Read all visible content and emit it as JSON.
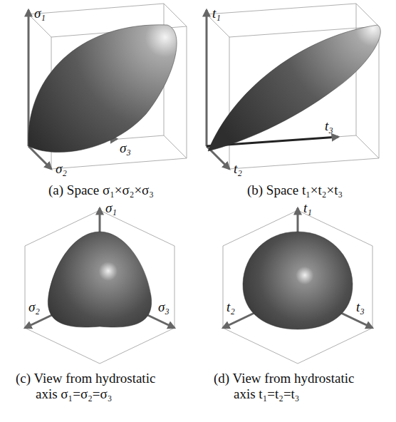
{
  "diagram": {
    "labels": [
      "σ₁",
      "σ₂",
      "σ₃",
      "t₁",
      "t₂",
      "t₃",
      "(a) Space σ₁×σ₂×σ₃",
      "(b) Space t₁×t₂×t₃",
      "σ₁",
      "σ₂",
      "σ₃",
      "t₁",
      "t₂",
      "t₃",
      "(c) View from hydrostatic axis σ₁=σ₂=σ₃",
      "(d) View from hydrostatic axis t₁=t₂=t₃"
    ]
  }
}
